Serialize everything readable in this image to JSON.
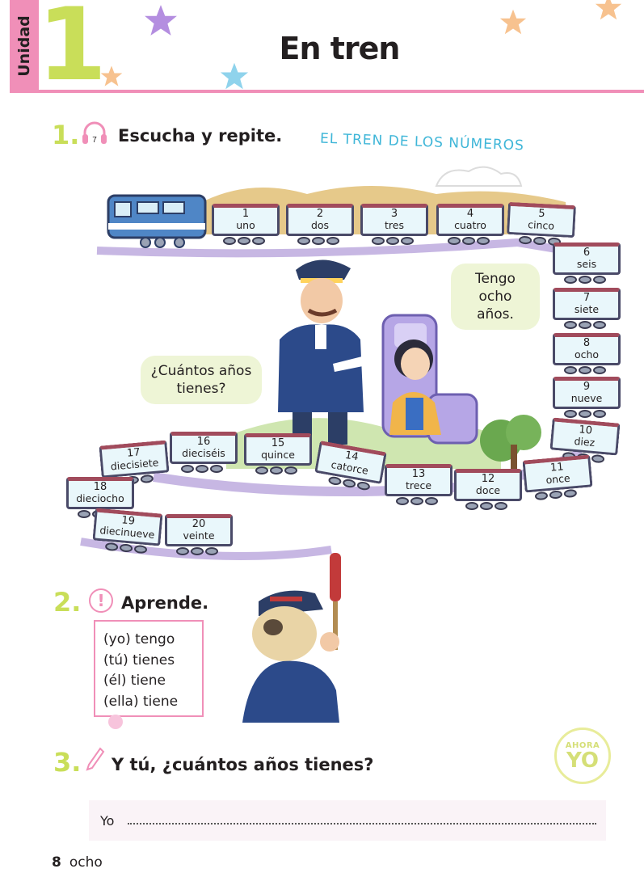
{
  "header": {
    "unit_label": "Unidad",
    "unit_number": "1",
    "title": "En tren"
  },
  "section1": {
    "number": "1.",
    "track_badge": "7",
    "title": "Escucha y repite.",
    "banner": "EL TREN DE LOS NÚMEROS",
    "bubble_girl": [
      "Tengo",
      "ocho años."
    ],
    "bubble_conductor": [
      "¿Cuántos años",
      "tienes?"
    ],
    "cars": [
      {
        "n": "1",
        "w": "uno"
      },
      {
        "n": "2",
        "w": "dos"
      },
      {
        "n": "3",
        "w": "tres"
      },
      {
        "n": "4",
        "w": "cuatro"
      },
      {
        "n": "5",
        "w": "cinco"
      },
      {
        "n": "6",
        "w": "seis"
      },
      {
        "n": "7",
        "w": "siete"
      },
      {
        "n": "8",
        "w": "ocho"
      },
      {
        "n": "9",
        "w": "nueve"
      },
      {
        "n": "10",
        "w": "diez"
      },
      {
        "n": "11",
        "w": "once"
      },
      {
        "n": "12",
        "w": "doce"
      },
      {
        "n": "13",
        "w": "trece"
      },
      {
        "n": "14",
        "w": "catorce"
      },
      {
        "n": "15",
        "w": "quince"
      },
      {
        "n": "16",
        "w": "dieciséis"
      },
      {
        "n": "17",
        "w": "diecisiete"
      },
      {
        "n": "18",
        "w": "dieciocho"
      },
      {
        "n": "19",
        "w": "diecinueve"
      },
      {
        "n": "20",
        "w": "veinte"
      }
    ]
  },
  "section2": {
    "number": "2.",
    "icon_glyph": "!",
    "title": "Aprende.",
    "lines": [
      "(yo) tengo",
      "(tú) tienes",
      "(él) tiene",
      "(ella) tiene"
    ]
  },
  "section3": {
    "number": "3.",
    "title": "Y tú, ¿cuántos años tienes?",
    "badge_top": "AHORA",
    "badge_main": "YO",
    "answer_prefix": "Yo"
  },
  "footer": {
    "page_number": "8",
    "page_word": "ocho"
  },
  "colors": {
    "pink": "#f08fb8",
    "lime": "#c9de59",
    "sky": "#3fb6d8"
  }
}
